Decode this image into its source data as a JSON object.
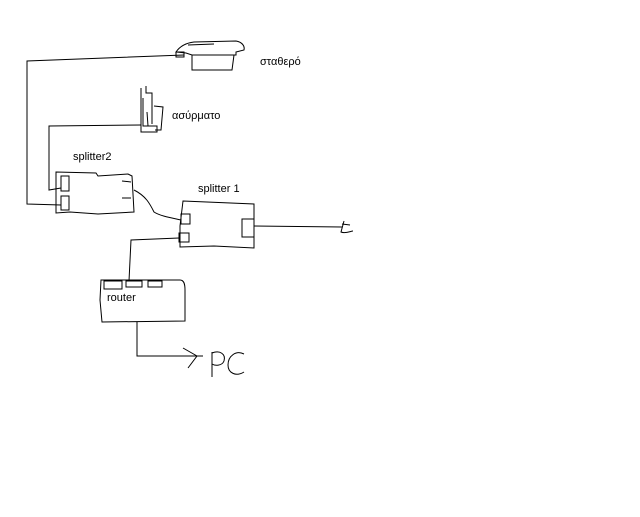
{
  "labels": {
    "landline": "σταθερό",
    "cordless": "ασύρματο",
    "splitter2": "splitter2",
    "splitter1": "splitter 1",
    "router": "router",
    "pc": "PC"
  },
  "colors": {
    "ink": "#000000",
    "background": "#ffffff"
  }
}
